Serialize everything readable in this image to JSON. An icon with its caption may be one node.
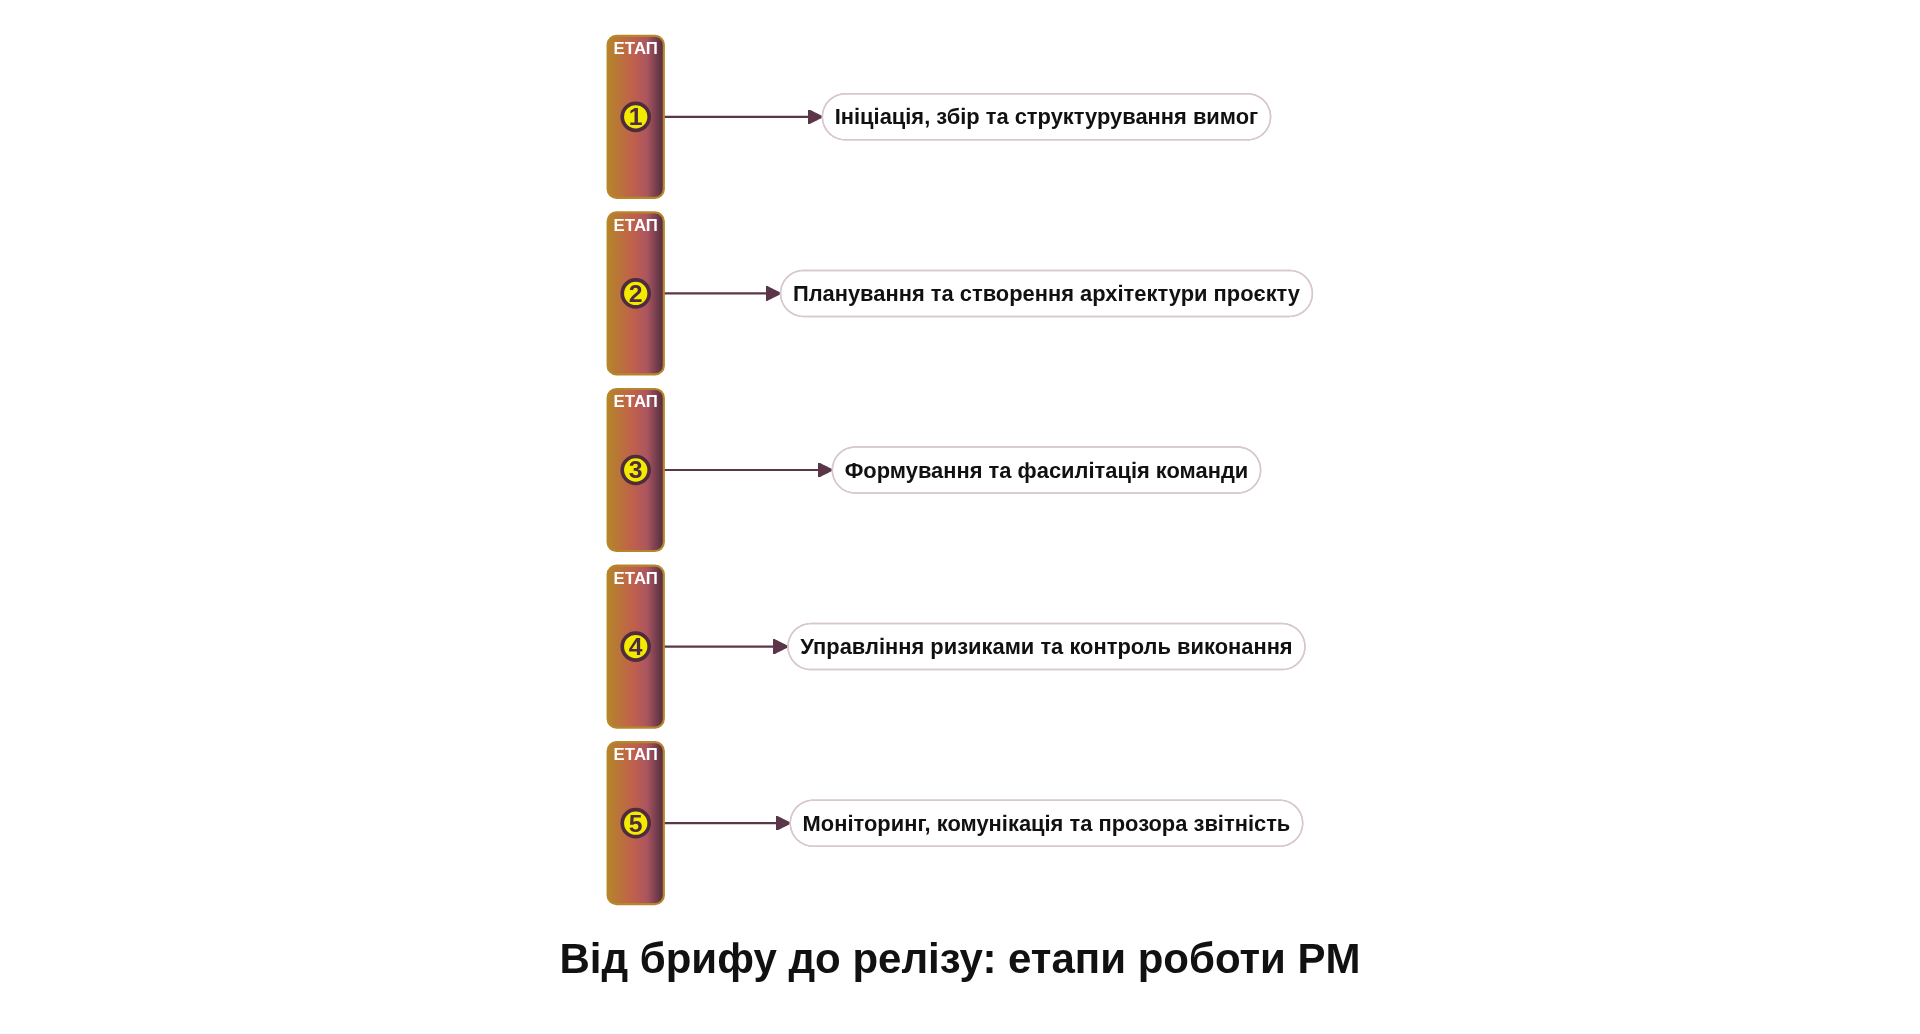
{
  "diagram": {
    "caption": "Від брифу до релізу: етапи роботи PM",
    "nodes": [
      {
        "text": [
          "ЕТАП"
        ]
      },
      {
        "text": [
          "1"
        ],
        "in": 0
      },
      {
        "text": [
          "Ініціація, збір та структурування вимог"
        ]
      },
      {
        "text": [
          "ЕТАП"
        ]
      },
      {
        "text": [
          "2"
        ],
        "in": 3
      },
      {
        "text": [
          "Планування та створення архітектури проєкту"
        ]
      },
      {
        "text": [
          "ЕТАП"
        ]
      },
      {
        "text": [
          "3"
        ],
        "in": 6
      },
      {
        "text": [
          "Формування та фасилітація команди"
        ]
      },
      {
        "text": [
          "ЕТАП"
        ]
      },
      {
        "text": [
          "4"
        ],
        "in": 9
      },
      {
        "text": [
          "Управління ризиками та контроль виконання"
        ]
      },
      {
        "text": [
          "ЕТАП"
        ]
      },
      {
        "text": [
          "5"
        ],
        "in": 12
      },
      {
        "text": [
          "Моніторинг, комунікація та прозора звітність"
        ]
      }
    ],
    "edges": [
      {
        "from": 0,
        "to": 2,
        "arrow": "to"
      },
      {
        "from": 3,
        "to": 5,
        "arrow": "to"
      },
      {
        "from": 6,
        "to": 8,
        "arrow": "to"
      },
      {
        "from": 9,
        "to": 11,
        "arrow": "to"
      },
      {
        "from": 12,
        "to": 14,
        "arrow": "to"
      }
    ]
  }
}
